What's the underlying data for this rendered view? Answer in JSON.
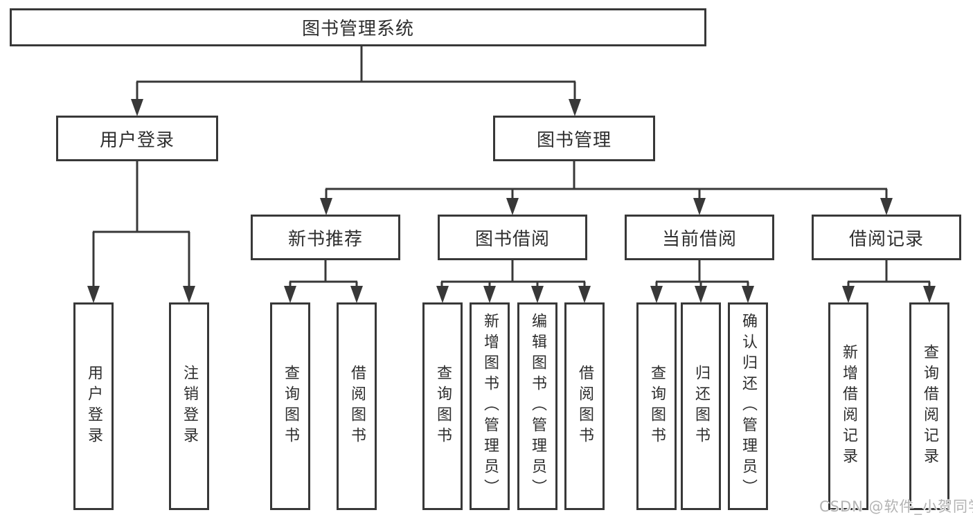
{
  "tree": {
    "root": "图书管理系统",
    "user": {
      "label": "用户登录",
      "children": [
        "用户登录",
        "注销登录"
      ]
    },
    "book": {
      "label": "图书管理",
      "sections": [
        {
          "label": "新书推荐",
          "children": [
            "查询图书",
            "借阅图书"
          ]
        },
        {
          "label": "图书借阅",
          "children": [
            "查询图书",
            "新增图书（管理员）",
            "编辑图书（管理员）",
            "借阅图书"
          ]
        },
        {
          "label": "当前借阅",
          "children": [
            "查询图书",
            "归还图书",
            "确认归还（管理员）"
          ]
        },
        {
          "label": "借阅记录",
          "children": [
            "新增借阅记录",
            "查询借阅记录"
          ]
        }
      ]
    }
  },
  "watermark": "CSDN @软件_小贺同学",
  "colors": {
    "line": "#383838",
    "text": "#2e2e2e",
    "watermark": "#b3b3b3",
    "background": "#ffffff"
  }
}
